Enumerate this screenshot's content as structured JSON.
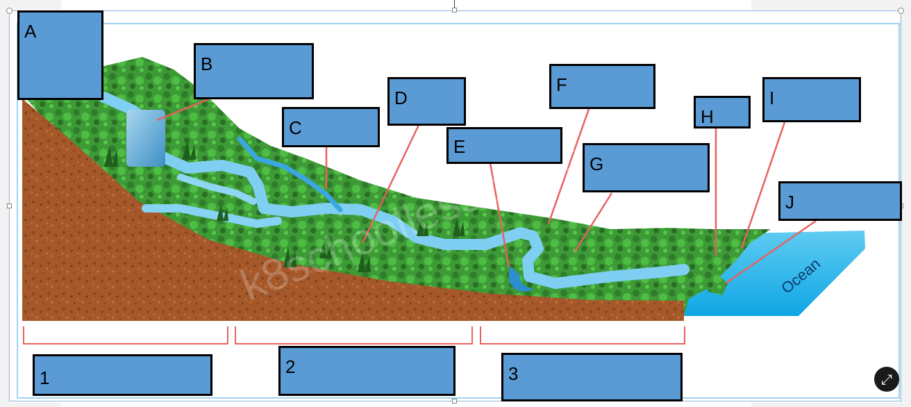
{
  "labels": {
    "A": "A",
    "B": "B",
    "C": "C",
    "D": "D",
    "E": "E",
    "F": "F",
    "G": "G",
    "H": "H",
    "I": "I",
    "J": "J",
    "one": "1",
    "two": "2",
    "three": "3"
  },
  "scene": {
    "ocean_label": "Ocean",
    "watermark": "k8schoollessons.com"
  },
  "icons": {
    "expand": "expand-icon"
  },
  "colors": {
    "label_fill": "#5b9bd5",
    "soil": "#a5582a",
    "grass": "#3fa33a",
    "water": "#6cc4ee",
    "ocean": "#28b3ea",
    "pointer": "#e8615f"
  }
}
